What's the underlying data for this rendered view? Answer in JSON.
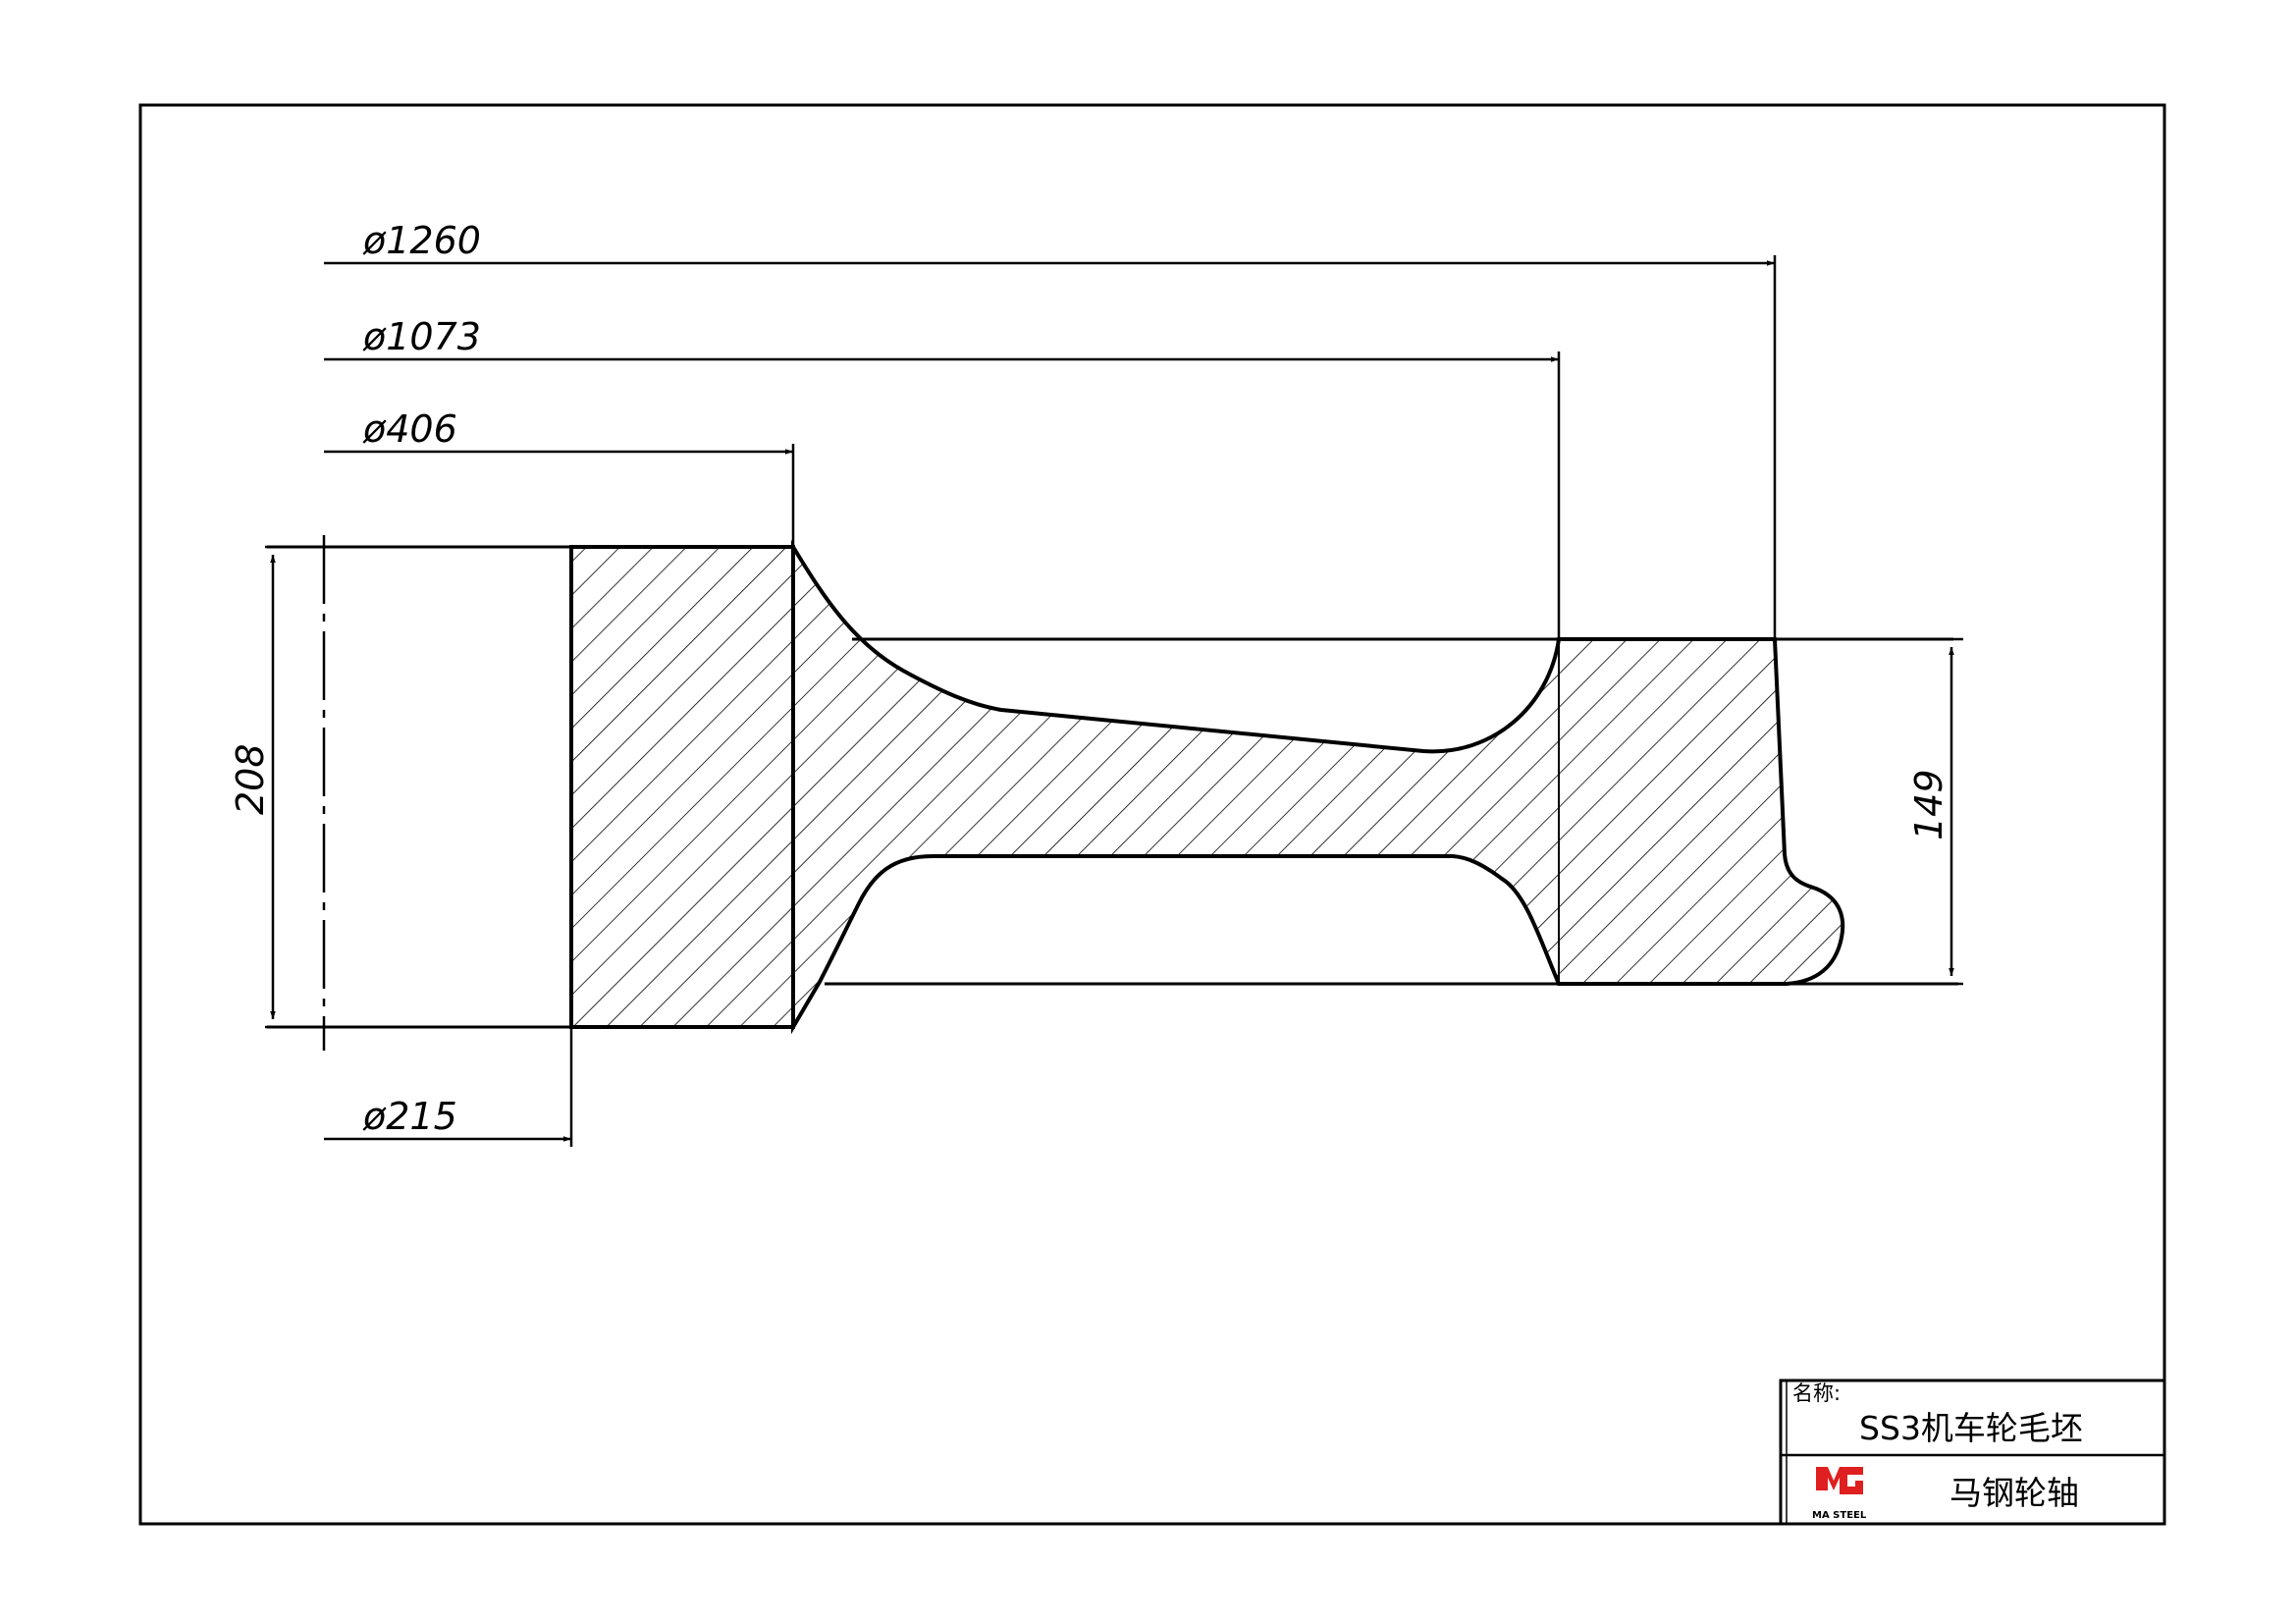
{
  "dimensions": {
    "d1260": "ø1260",
    "d1073": "ø1073",
    "d406": "ø406",
    "d215": "ø215",
    "h208": "208",
    "h149": "149"
  },
  "title_block": {
    "name_label": "名称:",
    "part_name": "SS3机车轮毛坯",
    "company": "马钢轮轴",
    "logo_text": "MA STEEL",
    "logo_color": "#e02020"
  },
  "colors": {
    "line": "#000000",
    "background": "#ffffff"
  }
}
